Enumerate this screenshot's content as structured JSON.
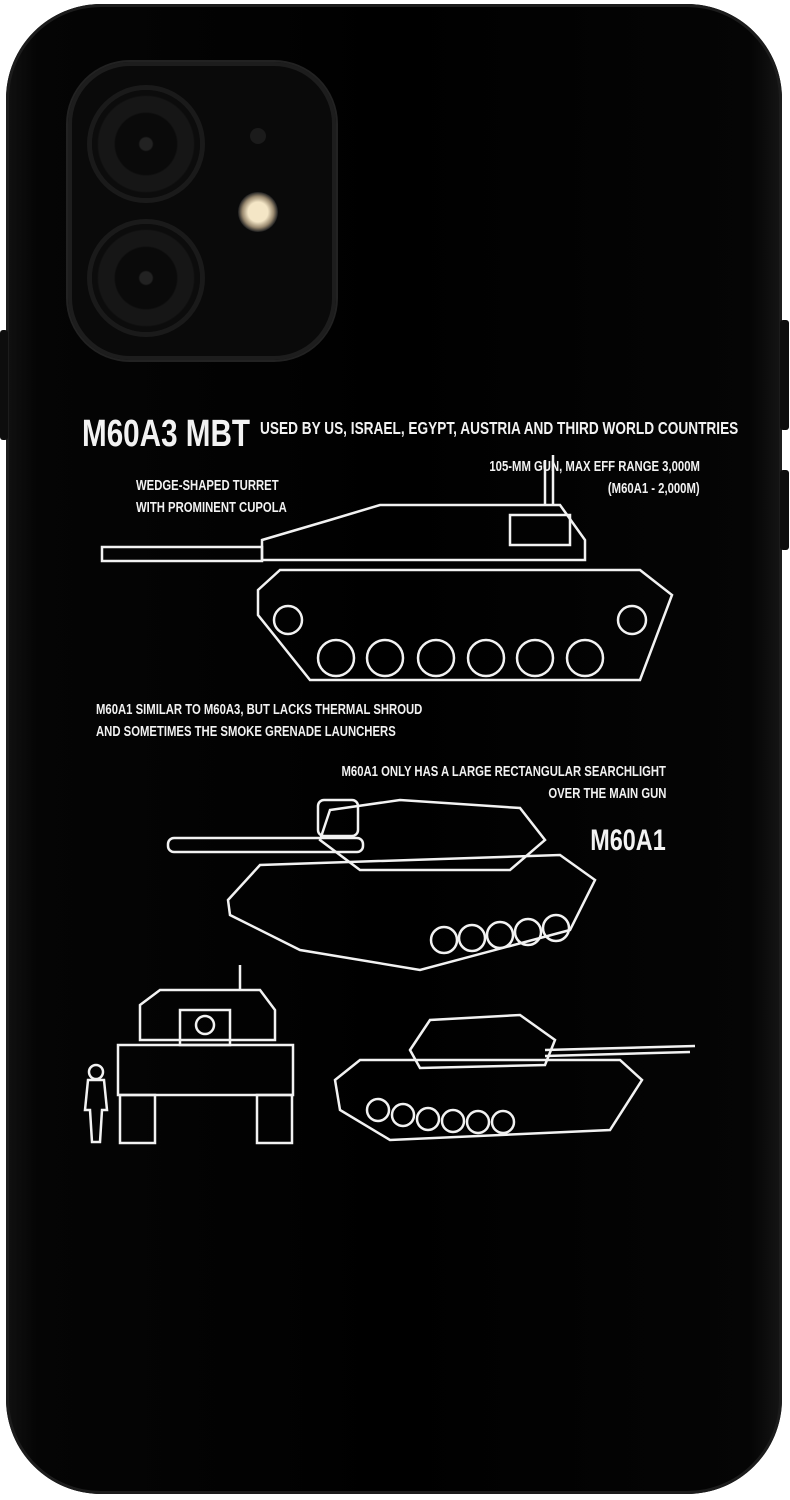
{
  "title": "M60A3 MBT",
  "subtitle": "USED BY US, ISRAEL, EGYPT, AUSTRIA AND THIRD WORLD COUNTRIES",
  "annotations": {
    "turret_line1": "WEDGE-SHAPED TURRET",
    "turret_line2": "WITH PROMINENT CUPOLA",
    "gun_line1": "105-MM GUN, MAX EFF RANGE 3,000M",
    "gun_line2": "(M60A1 - 2,000M)",
    "similar_line1": "M60A1 SIMILAR TO M60A3, BUT LACKS THERMAL SHROUD",
    "similar_line2": "AND SOMETIMES THE SMOKE GRENADE LAUNCHERS",
    "searchlight_line1": "M60A1 ONLY HAS A LARGE RECTANGULAR SEARCHLIGHT",
    "searchlight_line2": "OVER THE MAIN GUN"
  },
  "m60a1_label": "M60A1",
  "colors": {
    "case": "#000000",
    "print": "#f2f2f2"
  }
}
